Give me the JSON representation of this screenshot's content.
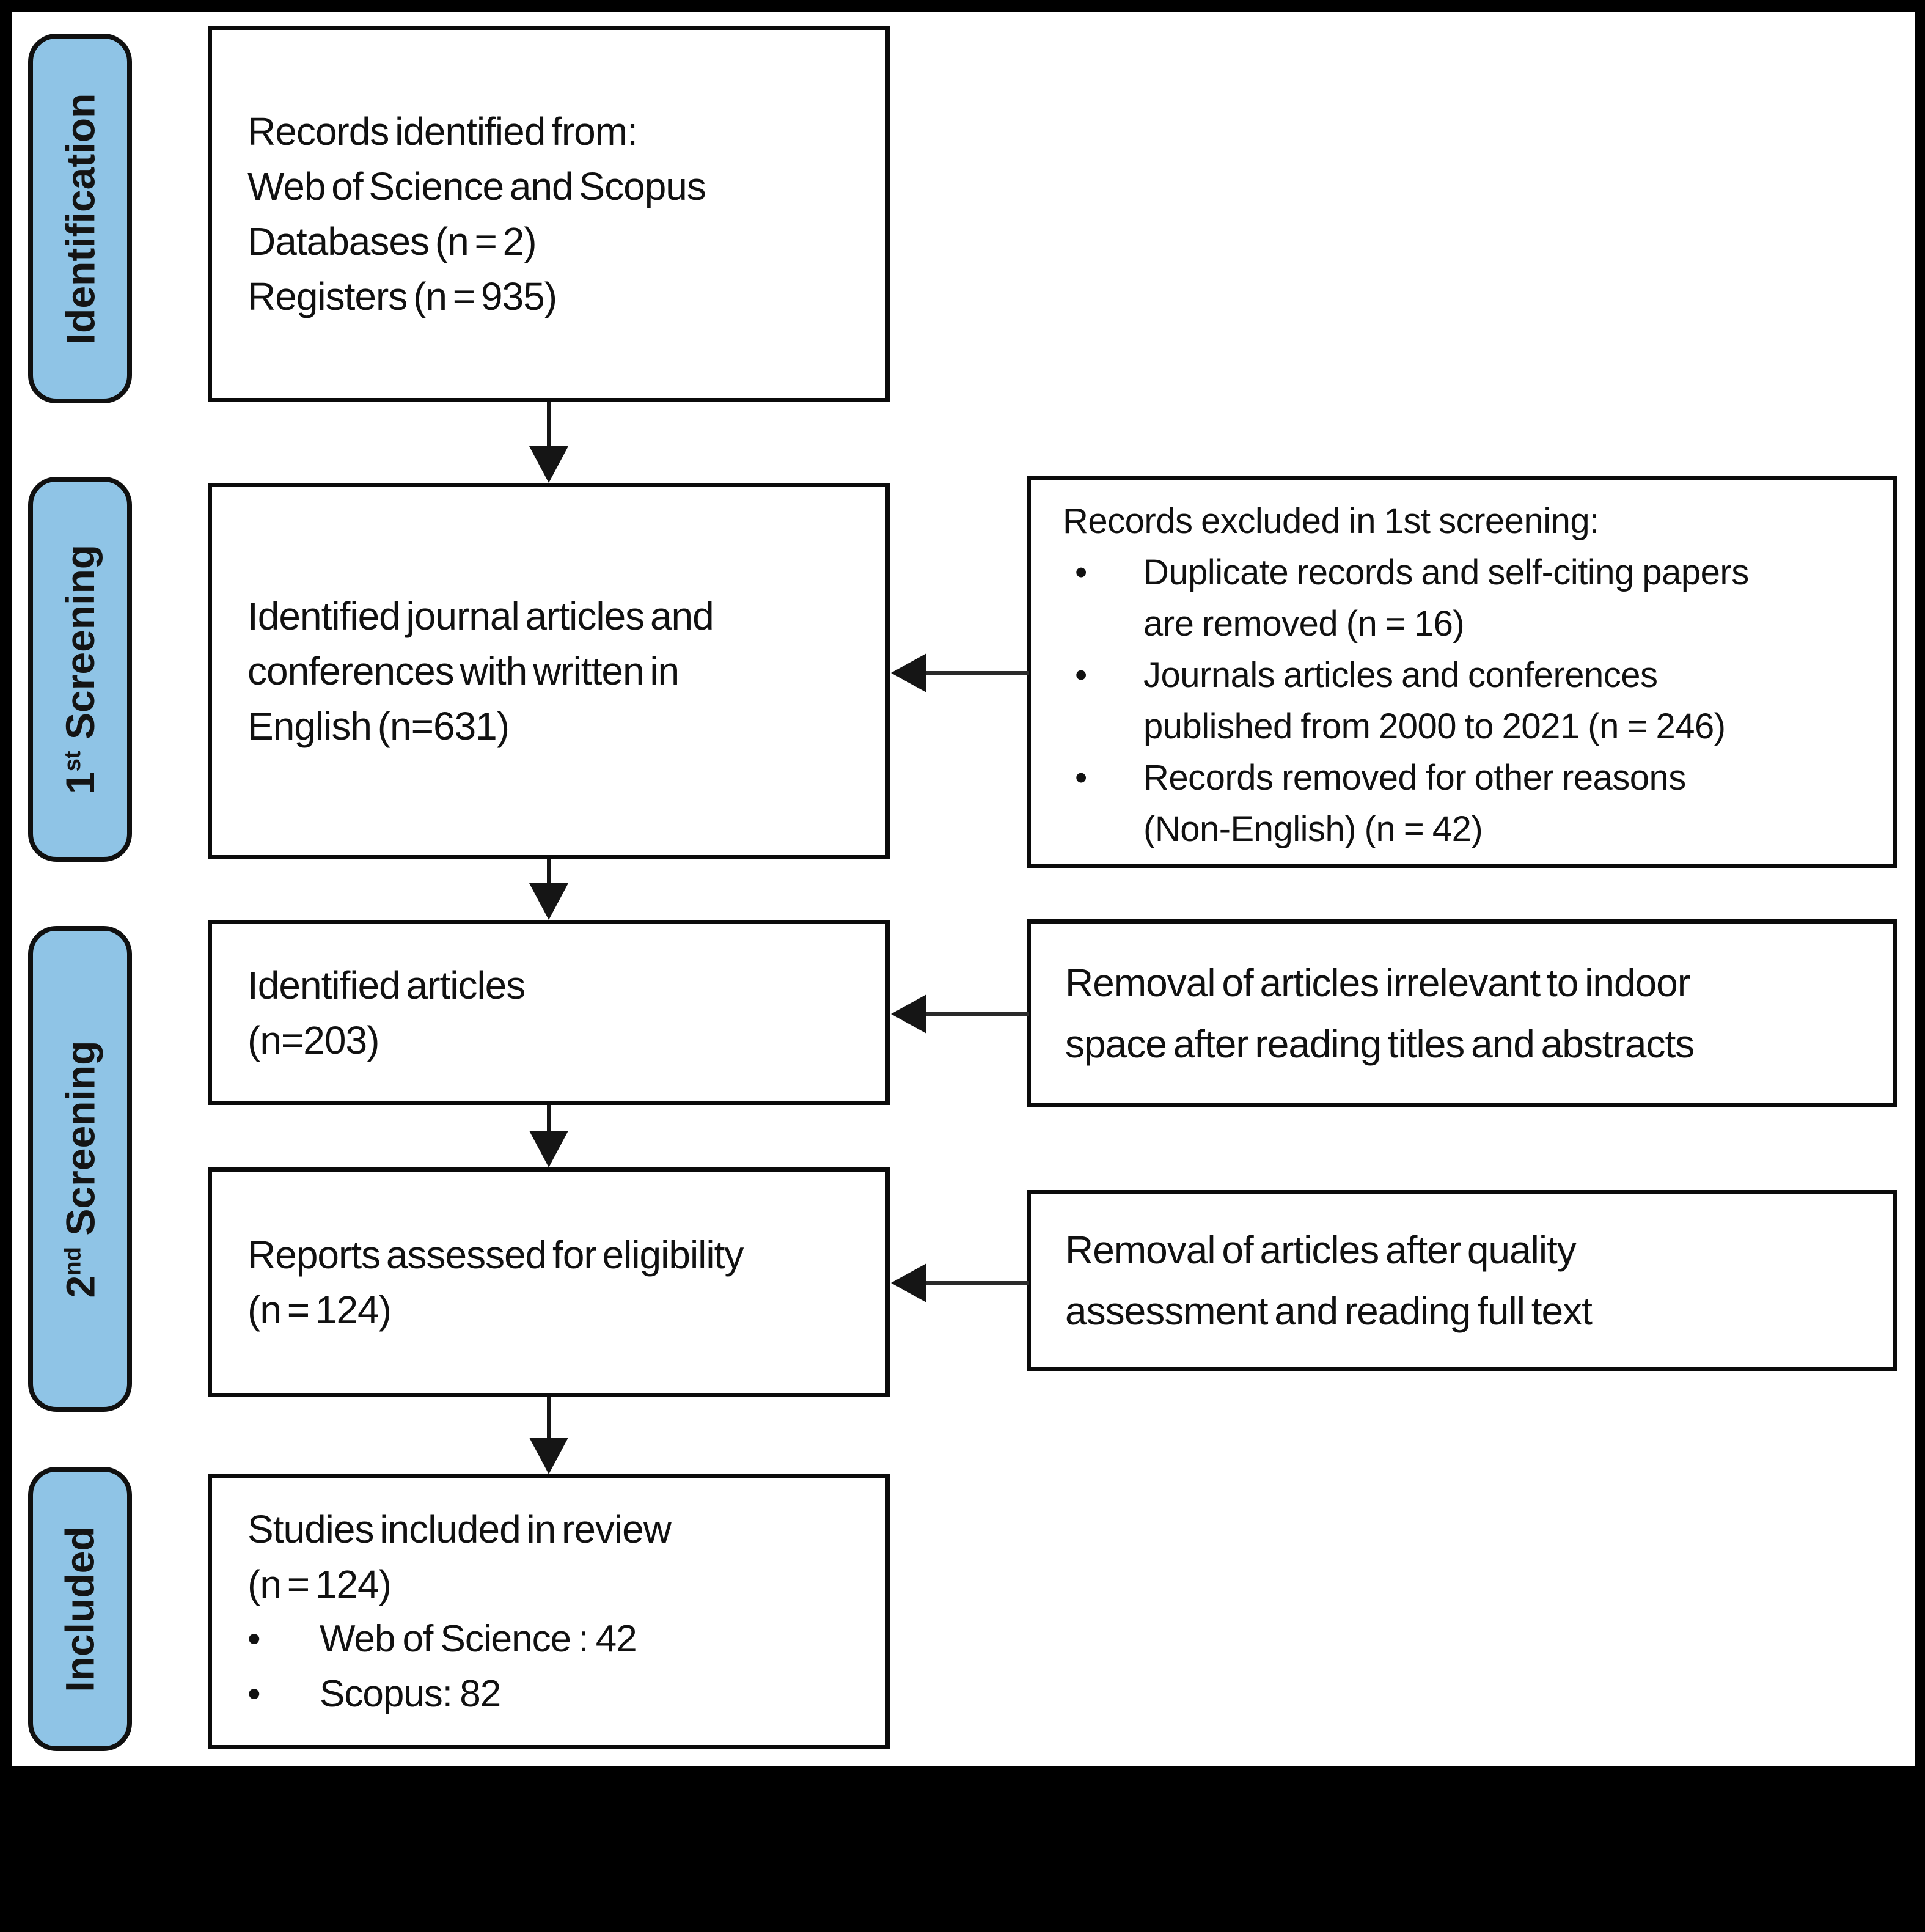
{
  "colors": {
    "frame": "#000000",
    "surface": "#ffffff",
    "stage_fill": "#8FC4E6",
    "ink": "#111111"
  },
  "bullet_char": "•",
  "sidebar": {
    "labels": [
      {
        "name": "identification",
        "runs": [
          {
            "t": "Identification"
          }
        ]
      },
      {
        "name": "first-screening",
        "runs": [
          {
            "t": "1"
          },
          {
            "t": "st",
            "sup": true
          },
          {
            "t": " Screening"
          }
        ]
      },
      {
        "name": "second-screening",
        "runs": [
          {
            "t": "2"
          },
          {
            "t": "nd",
            "sup": true
          },
          {
            "t": " Screening"
          }
        ]
      },
      {
        "name": "included",
        "runs": [
          {
            "t": "Included"
          }
        ]
      }
    ]
  },
  "flow": {
    "main_boxes": [
      {
        "name": "records-identified",
        "lines": [
          "Records identified from:",
          "Web of Science and Scopus",
          "Databases (n = 2)",
          "Registers (n = 935)"
        ]
      },
      {
        "name": "identified-journal-articles",
        "lines": [
          "Identified journal articles and",
          "conferences with written in",
          "English (n=631)"
        ]
      },
      {
        "name": "identified-articles",
        "lines": [
          "Identified articles",
          "(n=203)"
        ]
      },
      {
        "name": "reports-assessed",
        "lines": [
          "Reports assessed for eligibility",
          "(n = 124)"
        ]
      },
      {
        "name": "studies-included",
        "lines": [
          "Studies included in review",
          "(n = 124)"
        ],
        "bullets": [
          "Web of Science : 42",
          "Scopus: 82"
        ]
      }
    ],
    "side_boxes": [
      {
        "name": "records-excluded-first-screening",
        "title": "Records excluded in 1st screening:",
        "bullets": [
          {
            "l1": "Duplicate records and self-citing papers",
            "l2": "are removed  (n = 16)"
          },
          {
            "l1": "Journals articles and conferences",
            "l2": "published  from 2000 to 2021 (n = 246)"
          },
          {
            "l1": "Records removed  for other reasons",
            "l2": "(Non-English)  (n = 42)"
          }
        ]
      },
      {
        "name": "removal-irrelevant-indoor",
        "lines": [
          "Removal of articles irrelevant to indoor",
          "space after reading titles and abstracts"
        ]
      },
      {
        "name": "removal-after-quality",
        "lines": [
          "Removal of articles after quality",
          "assessment and reading full text"
        ]
      }
    ]
  }
}
